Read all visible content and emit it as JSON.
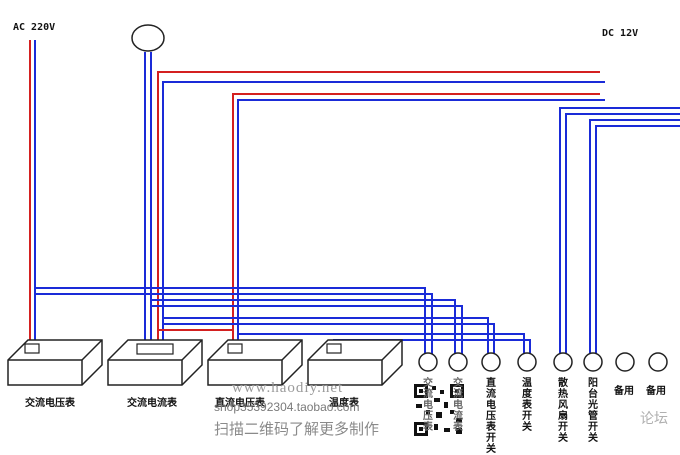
{
  "labels": {
    "ac_input": "AC 220V",
    "dc_input": "DC 12V"
  },
  "meters": [
    {
      "name": "交流电压表"
    },
    {
      "name": "交流电流表"
    },
    {
      "name": "直流电压表"
    },
    {
      "name": "温度表"
    }
  ],
  "switches": [
    {
      "label": "交流电压表"
    },
    {
      "label": "交流电流表"
    },
    {
      "label": "直流电压表开关"
    },
    {
      "label": "温度表开关"
    },
    {
      "label": "散热风扇开关"
    },
    {
      "label": "阳台光管开关"
    },
    {
      "label": "备用"
    },
    {
      "label": "备用"
    }
  ],
  "watermark": {
    "url": "www.haodiy.net",
    "shop": "shop35392304.taobao.com",
    "scan": "扫描二维码了解更多制作",
    "forum": "论坛"
  },
  "colors": {
    "red_wire": "#d42020",
    "blue_wire": "#1a2bd8",
    "outline": "#222222"
  }
}
